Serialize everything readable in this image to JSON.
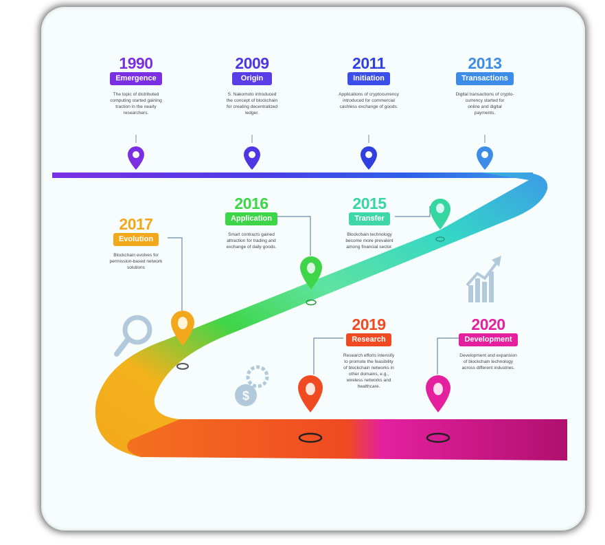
{
  "colors": {
    "purple": "#7b2fe3",
    "indigo": "#4a3fe6",
    "blue": "#2f62e8",
    "sky": "#3c9be8",
    "teal": "#35d6c6",
    "green": "#3fd548",
    "yellow": "#f3b21c",
    "orange": "#f4701f",
    "red": "#f04a22",
    "magenta": "#e4209f"
  },
  "milestones": [
    {
      "year": "1990",
      "label": "Emergence",
      "desc": [
        "The topic of distributed",
        "computing started gaining",
        "traction in the nearly",
        "researchers."
      ]
    },
    {
      "year": "2009",
      "label": "Origin",
      "desc": [
        "S. Nakomoto introduced",
        "the concept of blockchain",
        "for creating decentralized",
        "ledger."
      ]
    },
    {
      "year": "2011",
      "label": "Initiation",
      "desc": [
        "Applications of cryptocurrency",
        "introduced for commercial",
        "cashless exchange of goods."
      ]
    },
    {
      "year": "2013",
      "label": "Transactions",
      "desc": [
        "Digital transactions of crypto-",
        "currency started for",
        "online and digital",
        "payments."
      ]
    },
    {
      "year": "2015",
      "label": "Transfer",
      "desc": [
        "Blockchain technology",
        "become more prevalent",
        "among financial sector."
      ]
    },
    {
      "year": "2016",
      "label": "Application",
      "desc": [
        "Smart contracts gained",
        "attraction for trading and",
        "exchange of daily goods."
      ]
    },
    {
      "year": "2017",
      "label": "Evolution",
      "desc": [
        "Blockchain evolves for",
        "permission-based network",
        "solutions"
      ]
    },
    {
      "year": "2019",
      "label": "Research",
      "desc": [
        "Research efforts intensify",
        "to promote the feasibility",
        "of blockchain networks in",
        "other domains, e.g.,",
        "wireless networks and",
        "healthcare."
      ]
    },
    {
      "year": "2020",
      "label": "Development",
      "desc": [
        "Development and expansion",
        "of blockchain technology",
        "across different industries."
      ]
    }
  ]
}
